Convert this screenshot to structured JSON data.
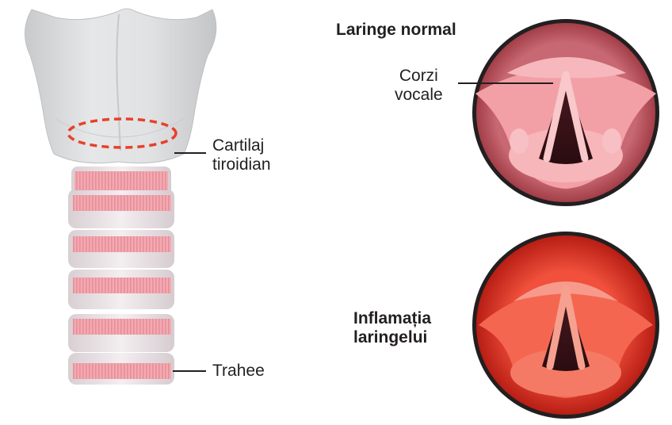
{
  "labels": {
    "cartilaj_line1": "Cartilaj",
    "cartilaj_line2": "tiroidian",
    "trahee": "Trahee",
    "laringe_normal": "Laringe normal",
    "corzi_line1": "Corzi",
    "corzi_line2": "vocale",
    "inflamatie_line1": "Inflamația",
    "inflamatie_line2": "laringelui"
  },
  "colors": {
    "cartilage": "#d9dadc",
    "trachea_ring": "#ece5e8",
    "trachea_band": "#f1a7ae",
    "dashed_outline": "#e8402a",
    "normal_outer": "#b8505a",
    "normal_inner": "#f4a4a8",
    "inflamed_outer": "#d63022",
    "inflamed_inner": "#f0553f",
    "text": "#231f20"
  }
}
